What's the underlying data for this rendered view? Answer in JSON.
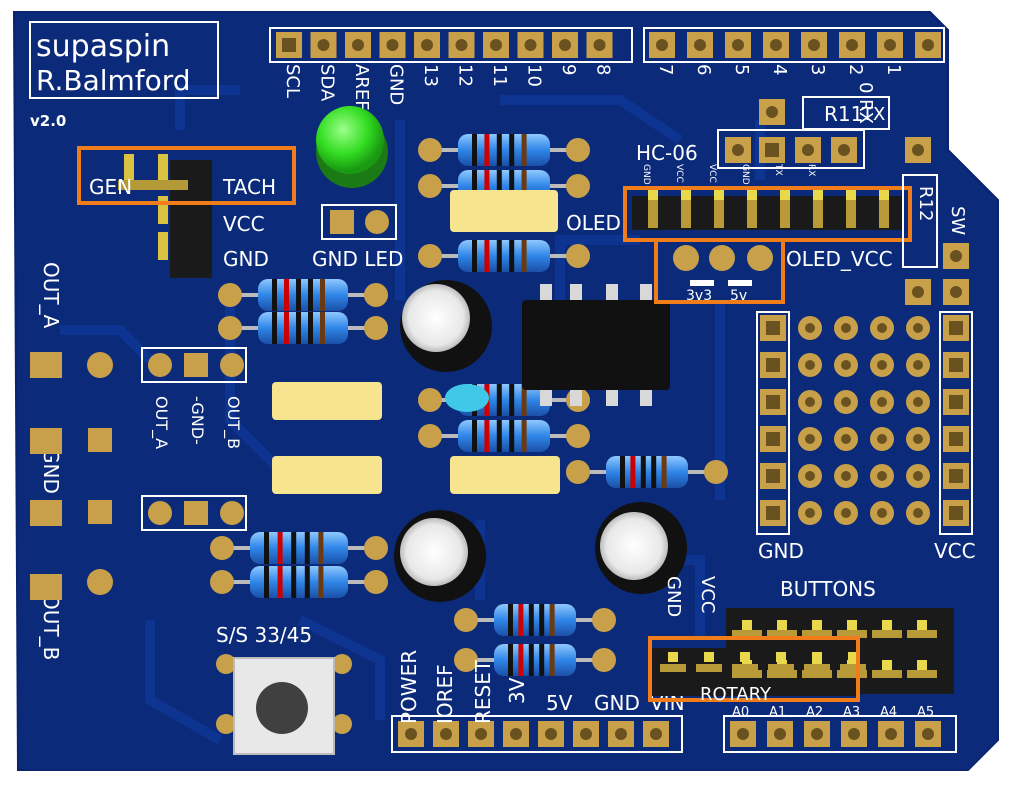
{
  "board": {
    "title": "supaspin",
    "author": "R.Balmford",
    "version": "v2.0",
    "colors": {
      "pcb": "#0b2a7a",
      "silk": "#ffffff",
      "pad": "#c8a04a",
      "highlight": "#f07c1a",
      "led": "#22cc22"
    }
  },
  "labels": {
    "gen": "GEN",
    "tach": "TACH",
    "vcc": "VCC",
    "gnd": "GND",
    "gnd_led": "GND LED",
    "oled": "OLED",
    "oled_vcc": "OLED_VCC",
    "v3v3": "3v3",
    "v5v": "5v",
    "hc06": "HC-06",
    "r11": "R11",
    "r12": "R12",
    "sw": "SW",
    "tx": "TX",
    "rx": "0 RX",
    "out_a": "OUT_A",
    "out_b": "OUT_B",
    "gnd_side": "GND",
    "out_a_small": "OUT_A",
    "gnd_small": "-GND-",
    "out_b_small": "OUT_B",
    "ss": "S/S 33/45",
    "buttons": "BUTTONS",
    "rotary": "ROTARY",
    "gnd_bottom": "GND",
    "vcc_bottom": "VCC",
    "gnd_rot": "GND",
    "vcc_rot": "VCC",
    "header_pins_top_left": [
      "SCL",
      "SDA",
      "AREF",
      "GND",
      "13",
      "12",
      "11",
      "10",
      "9",
      "8"
    ],
    "header_pins_top_right": [
      "7",
      "6",
      "5",
      "4",
      "3",
      "2",
      "1"
    ],
    "power_pins": [
      "POWER",
      "IOREF",
      "RESET",
      "3V",
      "5V",
      "GND",
      "VIN"
    ],
    "analog_pins": [
      "A0",
      "A1",
      "A2",
      "A3",
      "A4",
      "A5"
    ],
    "hc06_pins": [
      "GND",
      "VCC",
      "VCC",
      "GND",
      "TX",
      "RX"
    ]
  }
}
